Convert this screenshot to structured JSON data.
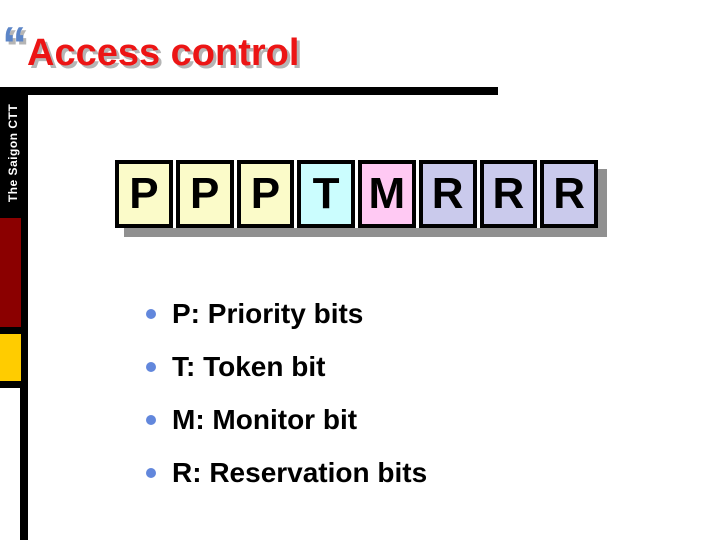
{
  "header": {
    "quote_glyph": "“",
    "title": "Access control",
    "title_color": "#EC1515",
    "quote_color": "#5C85C7"
  },
  "sidebar": {
    "brand": "The Saigon CTT",
    "red_block_color": "#8B0000",
    "yellow_block_color": "#FFCC00"
  },
  "bitfield": {
    "shadow_color": "#909090",
    "cells": [
      {
        "label": "P",
        "color": "#FBFBC9"
      },
      {
        "label": "P",
        "color": "#FBFBC9"
      },
      {
        "label": "P",
        "color": "#FBFBC9"
      },
      {
        "label": "T",
        "color": "#CBFDFE"
      },
      {
        "label": "M",
        "color": "#FFC9F3"
      },
      {
        "label": "R",
        "color": "#CACAEC"
      },
      {
        "label": "R",
        "color": "#CACAEC"
      },
      {
        "label": "R",
        "color": "#CACAEC"
      }
    ]
  },
  "legend": {
    "bullet_color": "#6287DC",
    "items": [
      {
        "text": "P: Priority bits"
      },
      {
        "text": "T: Token bit"
      },
      {
        "text": "M: Monitor bit"
      },
      {
        "text": "R: Reservation bits"
      }
    ]
  }
}
